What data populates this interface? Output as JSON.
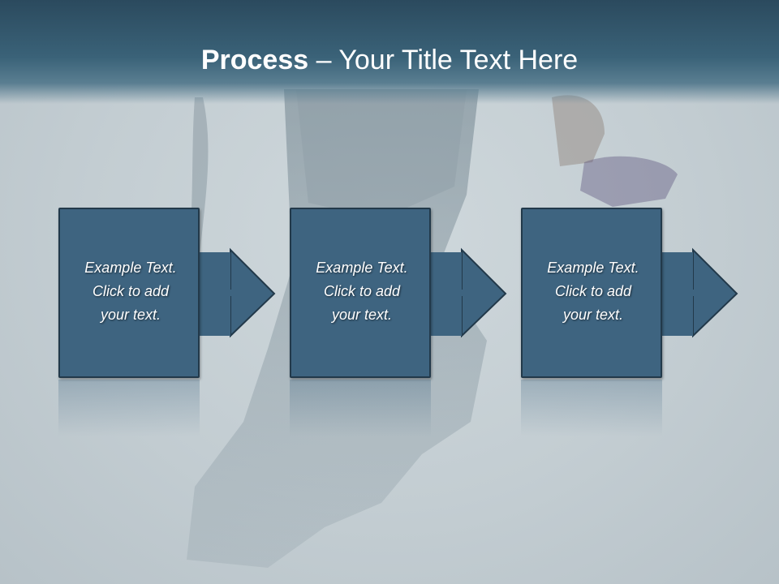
{
  "slide": {
    "title_bold": "Process",
    "title_rest": " – Your Title Text Here"
  },
  "steps": [
    {
      "text": "Example Text.\nClick  to add\nyour text."
    },
    {
      "text": "Example Text.\nClick  to add\nyour text."
    },
    {
      "text": "Example Text.\nClick  to add\nyour text."
    }
  ],
  "colors": {
    "header": "#3a6278",
    "box_fill": "#3e6480",
    "box_border": "#22394a",
    "background": "#c3cdd2"
  }
}
